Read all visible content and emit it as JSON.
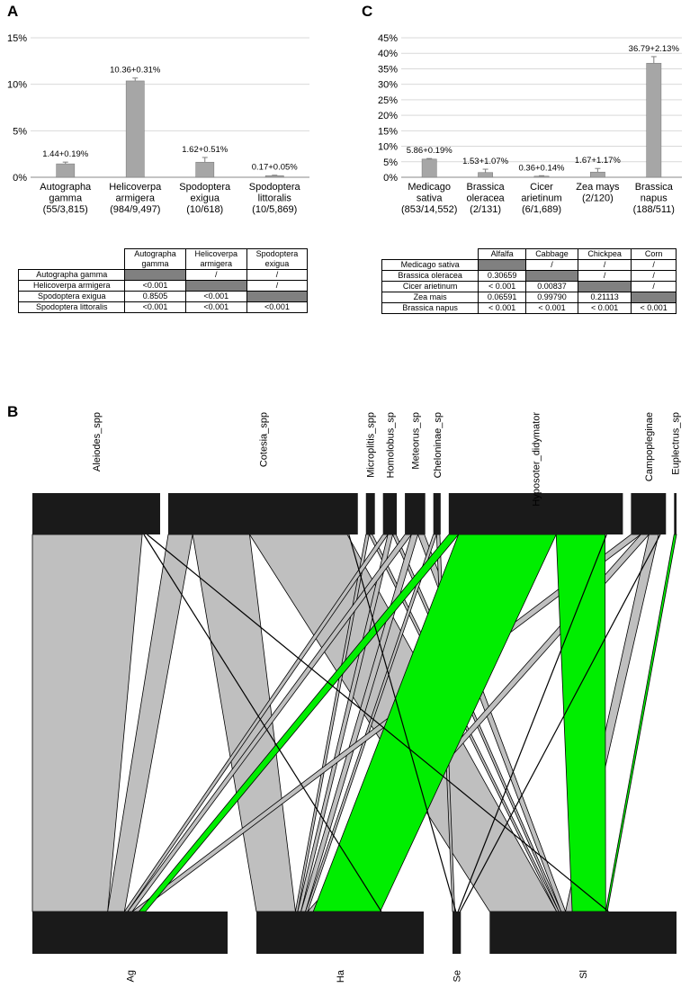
{
  "panels": {
    "a": "A",
    "b": "B",
    "c": "C"
  },
  "chart_data": [
    {
      "type": "bar",
      "panel": "A",
      "title": "",
      "xlabel": "",
      "ylabel": "",
      "ylim": [
        0,
        15
      ],
      "yticks": [
        "0%",
        "5%",
        "10%",
        "15%"
      ],
      "ytick_values": [
        0,
        5,
        10,
        15
      ],
      "grid": true,
      "categories": [
        [
          "Autographa",
          "gamma",
          "(55/3,815)"
        ],
        [
          "Helicoverpa",
          "armigera",
          "(984/9,497)"
        ],
        [
          "Spodoptera",
          "exigua",
          "(10/618)"
        ],
        [
          "Spodoptera",
          "littoralis",
          "(10/5,869)"
        ]
      ],
      "values": [
        1.44,
        10.36,
        1.62,
        0.17
      ],
      "errors": [
        0.19,
        0.31,
        0.51,
        0.05
      ],
      "labels": [
        "1.44+0.19%",
        "10.36+0.31%",
        "1.62+0.51%",
        "0.17+0.05%"
      ],
      "bar_color": "#a6a6a6"
    },
    {
      "type": "bar",
      "panel": "C",
      "title": "",
      "xlabel": "",
      "ylabel": "",
      "ylim": [
        0,
        45
      ],
      "yticks": [
        "0%",
        "5%",
        "10%",
        "15%",
        "20%",
        "25%",
        "30%",
        "35%",
        "40%",
        "45%"
      ],
      "ytick_values": [
        0,
        5,
        10,
        15,
        20,
        25,
        30,
        35,
        40,
        45
      ],
      "grid": true,
      "categories": [
        [
          "Medicago",
          "sativa",
          "(853/14,552)"
        ],
        [
          "Brassica",
          "oleracea",
          "(2/131)"
        ],
        [
          "Cicer",
          "arietinum",
          "(6/1,689)"
        ],
        [
          "Zea mays",
          "(2/120)"
        ],
        [
          "Brassica",
          "napus",
          "(188/511)"
        ]
      ],
      "values": [
        5.86,
        1.53,
        0.36,
        1.67,
        36.79
      ],
      "errors": [
        0.19,
        1.07,
        0.14,
        1.17,
        2.13
      ],
      "labels": [
        "5.86+0.19%",
        "1.53+1.07%",
        "0.36+0.14%",
        "1.67+1.17%",
        "36.79+2.13%"
      ],
      "bar_color": "#a6a6a6"
    },
    {
      "type": "table",
      "panel": "A",
      "col_headers": [
        [
          "Autographa",
          "gamma"
        ],
        [
          "Helicoverpa",
          "armigera"
        ],
        [
          "Spodoptera",
          "exigua"
        ]
      ],
      "rows": [
        {
          "name": "Autographa gamma",
          "cells": [
            "#",
            "/",
            "/"
          ]
        },
        {
          "name": "Helicoverpa armigera",
          "cells": [
            "<0.001",
            "#",
            "/"
          ]
        },
        {
          "name": "Spodoptera exigua",
          "cells": [
            "0.8505",
            "<0.001",
            "#"
          ]
        },
        {
          "name": "Spodoptera littoralis",
          "cells": [
            "<0.001",
            "<0.001",
            "<0.001"
          ]
        }
      ]
    },
    {
      "type": "table",
      "panel": "C",
      "col_headers": [
        [
          "Alfalfa"
        ],
        [
          "Cabbage"
        ],
        [
          "Chickpea"
        ],
        [
          "Corn"
        ]
      ],
      "rows": [
        {
          "name": "Medicago sativa",
          "cells": [
            "#",
            "/",
            "/",
            "/"
          ]
        },
        {
          "name": "Brassica oleracea",
          "cells": [
            "0.30659",
            "#",
            "/",
            "/"
          ]
        },
        {
          "name": "Cicer arietinum",
          "cells": [
            "< 0.001",
            "0.00837",
            "#",
            "/"
          ]
        },
        {
          "name": "Zea mais",
          "cells": [
            "0.06591",
            "0.99790",
            "0.21113",
            "#"
          ]
        },
        {
          "name": "Brassica napus",
          "cells": [
            "< 0.001",
            "< 0.001",
            "< 0.001",
            "< 0.001"
          ]
        }
      ]
    },
    {
      "type": "bipartite",
      "panel": "B",
      "top_nodes": [
        {
          "name": "Aleiodes_spp",
          "share": 0.157
        },
        {
          "name": "Cotesia_spp",
          "share": 0.233
        },
        {
          "name": "Microplitis_spp",
          "share": 0.011
        },
        {
          "name": "Homolobus_sp",
          "share": 0.017
        },
        {
          "name": "Meteorus_sp",
          "share": 0.025
        },
        {
          "name": "Cheloninae_sp",
          "share": 0.009
        },
        {
          "name": "Hyposoter_didymator",
          "share": 0.214
        },
        {
          "name": "Campopleginae",
          "share": 0.043
        },
        {
          "name": "Euplectrus_sp",
          "share": 0.003
        }
      ],
      "bottom_nodes": [
        {
          "name": "Ag",
          "share": 0.35
        },
        {
          "name": "Ha",
          "share": 0.3
        },
        {
          "name": "Se",
          "share": 0.015
        },
        {
          "name": "Sl",
          "share": 0.335
        }
      ],
      "links": [
        {
          "from": 0,
          "to": 0,
          "weight": 0.135,
          "color": "gray"
        },
        {
          "from": 0,
          "to": 1,
          "weight": 0.004,
          "color": "black"
        },
        {
          "from": 0,
          "to": 3,
          "weight": 0.004,
          "color": "black"
        },
        {
          "from": 1,
          "to": 0,
          "weight": 0.03,
          "color": "gray"
        },
        {
          "from": 1,
          "to": 1,
          "weight": 0.07,
          "color": "gray"
        },
        {
          "from": 1,
          "to": 3,
          "weight": 0.12,
          "color": "gray"
        },
        {
          "from": 1,
          "to": 2,
          "weight": 0.004,
          "color": "black"
        },
        {
          "from": 2,
          "to": 1,
          "weight": 0.004,
          "color": "gray"
        },
        {
          "from": 2,
          "to": 3,
          "weight": 0.004,
          "color": "gray"
        },
        {
          "from": 3,
          "to": 0,
          "weight": 0.006,
          "color": "gray"
        },
        {
          "from": 3,
          "to": 1,
          "weight": 0.006,
          "color": "gray"
        },
        {
          "from": 3,
          "to": 3,
          "weight": 0.004,
          "color": "gray"
        },
        {
          "from": 4,
          "to": 0,
          "weight": 0.008,
          "color": "gray"
        },
        {
          "from": 4,
          "to": 1,
          "weight": 0.008,
          "color": "gray"
        },
        {
          "from": 4,
          "to": 3,
          "weight": 0.008,
          "color": "gray"
        },
        {
          "from": 5,
          "to": 1,
          "weight": 0.004,
          "color": "gray"
        },
        {
          "from": 5,
          "to": 2,
          "weight": 0.004,
          "color": "gray"
        },
        {
          "from": 6,
          "to": 0,
          "weight": 0.012,
          "color": "green"
        },
        {
          "from": 6,
          "to": 1,
          "weight": 0.12,
          "color": "green"
        },
        {
          "from": 6,
          "to": 3,
          "weight": 0.06,
          "color": "green"
        },
        {
          "from": 6,
          "to": 2,
          "weight": 0.004,
          "color": "black"
        },
        {
          "from": 7,
          "to": 0,
          "weight": 0.012,
          "color": "gray"
        },
        {
          "from": 7,
          "to": 1,
          "weight": 0.01,
          "color": "gray"
        },
        {
          "from": 7,
          "to": 3,
          "weight": 0.012,
          "color": "gray"
        },
        {
          "from": 7,
          "to": 2,
          "weight": 0.004,
          "color": "black"
        },
        {
          "from": 8,
          "to": 3,
          "weight": 0.003,
          "color": "green"
        }
      ],
      "colors": {
        "box": "#1a1a1a",
        "gray": "#bfbfbf",
        "green": "#00ee00",
        "black": "#000000"
      }
    }
  ]
}
